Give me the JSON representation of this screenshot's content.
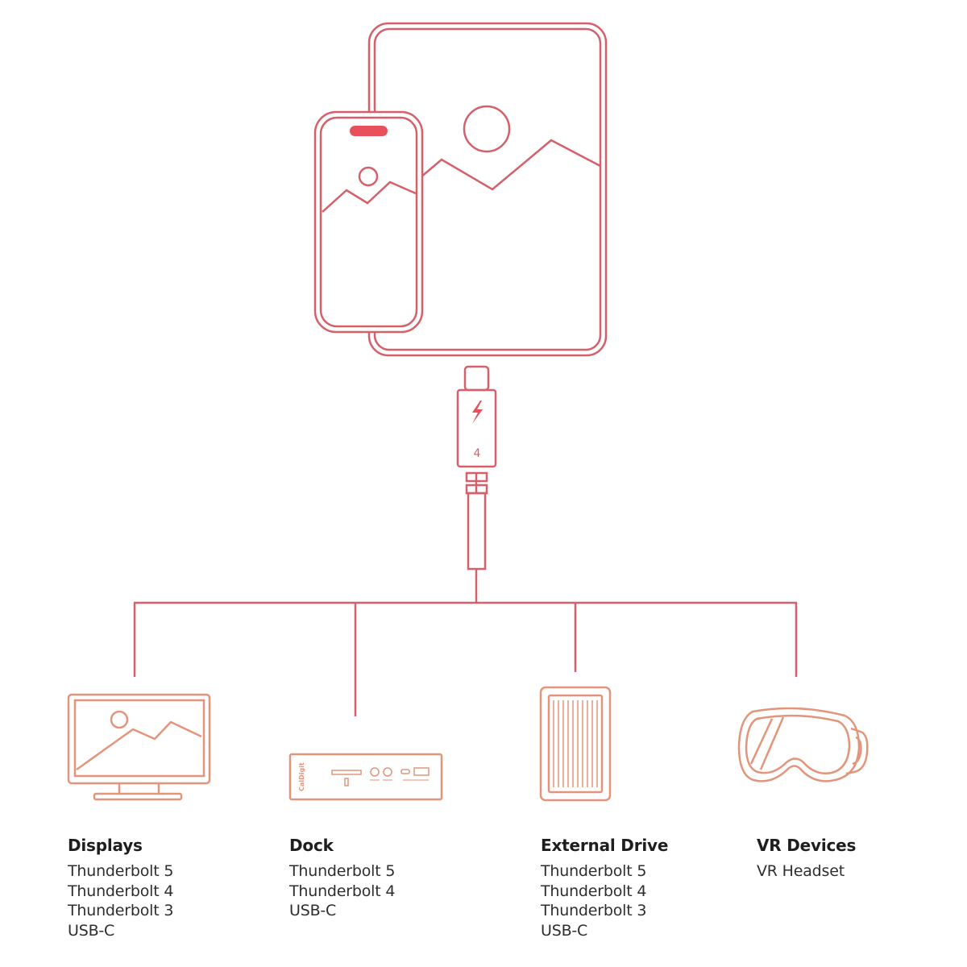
{
  "colors": {
    "line_red": "#d5606a",
    "line_orange": "#e2957a",
    "accent_red": "#e8505c",
    "text_dark": "#1e1e1e"
  },
  "cable": {
    "connector_number": "4"
  },
  "dock_brand": "CalDigit",
  "categories": [
    {
      "title": "Displays",
      "icon": "monitor-icon",
      "items": [
        "Thunderbolt 5",
        "Thunderbolt 4",
        "Thunderbolt 3",
        "USB-C"
      ]
    },
    {
      "title": "Dock",
      "icon": "dock-icon",
      "items": [
        "Thunderbolt 5",
        "Thunderbolt 4",
        "USB-C"
      ]
    },
    {
      "title": "External Drive",
      "icon": "external-drive-icon",
      "items": [
        "Thunderbolt 5",
        "Thunderbolt 4",
        "Thunderbolt 3",
        "USB-C"
      ]
    },
    {
      "title": "VR Devices",
      "icon": "vr-headset-icon",
      "items": [
        "VR Headset"
      ]
    }
  ]
}
